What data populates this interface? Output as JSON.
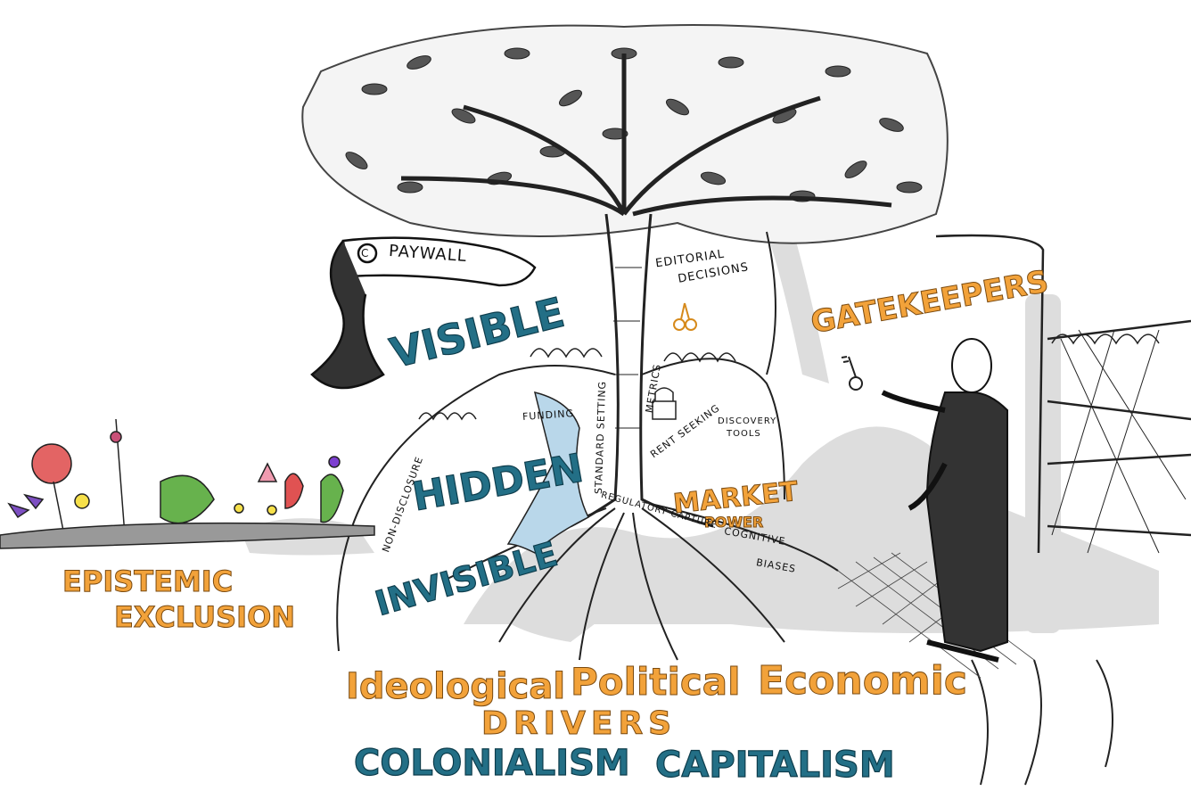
{
  "labels": {
    "paywall": "PAYWALL",
    "copyright_symbol": "C",
    "visible": "VISIBLE",
    "hidden": "HIDDEN",
    "invisible": "INVISIBLE",
    "funding": "FUNDING",
    "standard_setting": "STANDARD SETTING",
    "metrics": "METRICS",
    "rent_seeking": "RENT SEEKING",
    "discovery_tools_1": "DISCOVERY",
    "discovery_tools_2": "TOOLS",
    "editorial_1": "EDITORIAL",
    "editorial_2": "DECISIONS",
    "market": "MARKET",
    "power": "POWER",
    "regulatory_capture": "REGULATORY CAPTURE",
    "cognitive": "COGNITIVE",
    "biases": "BIASES",
    "non_disclosure": "NON-DISCLOSURE",
    "gatekeepers": "GATEKEEPERS",
    "epistemic": "EPISTEMIC",
    "exclusion": "EXCLUSION",
    "ideological": "Ideological",
    "political": "Political",
    "economic": "Economic",
    "drivers": "DRIVERS",
    "colonialism": "COLONIALISM",
    "capitalism": "CAPITALISM"
  },
  "colors": {
    "teal": "#236f86",
    "orange": "#f2a23a",
    "river": "#b9d7ea",
    "ink": "#222222",
    "shadow": "#c8c8c8"
  }
}
